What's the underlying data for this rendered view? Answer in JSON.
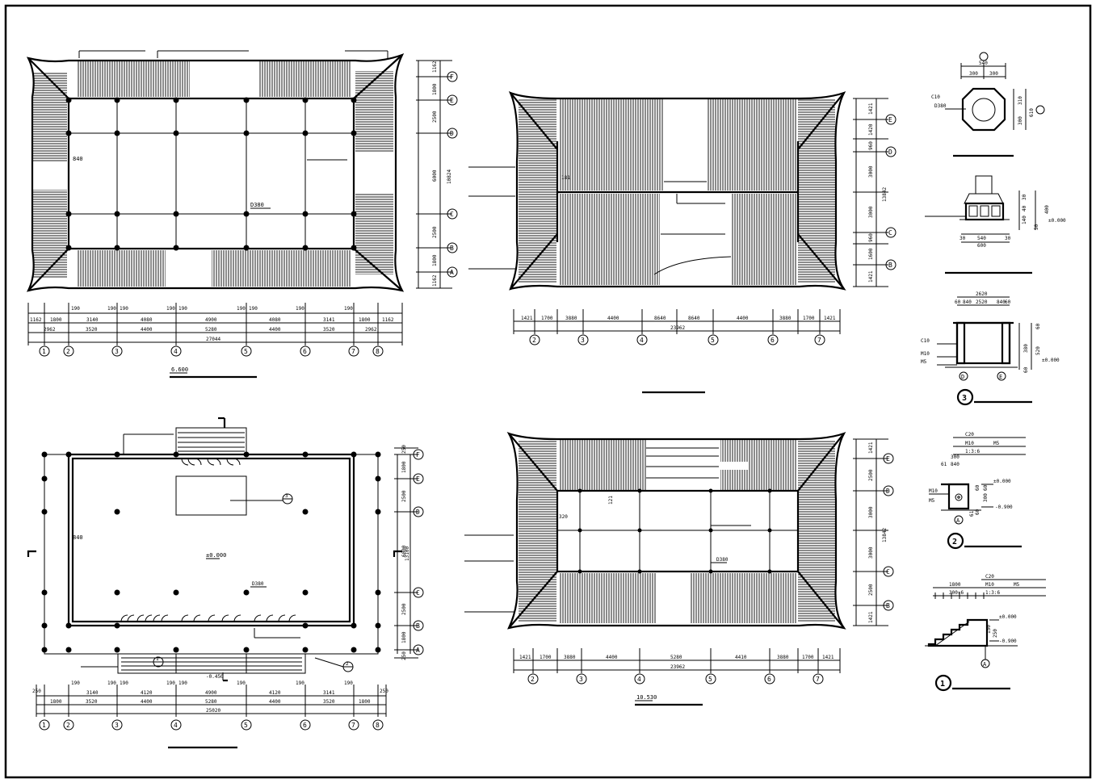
{
  "drawing": {
    "roof_plan_a": {
      "labels": {
        "dim_840": "840",
        "dim_d380": "D380",
        "level": "6.600"
      },
      "grid_letters": [
        "F",
        "E",
        "D",
        "C",
        "B",
        "A"
      ],
      "grid_numbers": [
        "1",
        "2",
        "3",
        "4",
        "5",
        "6",
        "7",
        "8"
      ],
      "side_dims": [
        "1162",
        "1800",
        "2500",
        "6000",
        "2500",
        "1800",
        "1162",
        "10824"
      ],
      "bottom_dims_row1": [
        "1162",
        "1800",
        "3140",
        "4080",
        "4900",
        "4080",
        "3141",
        "1800",
        "1162"
      ],
      "bottom_dims_row0": [
        "190",
        "190",
        "190",
        "190",
        "190",
        "190",
        "190",
        "190",
        "190"
      ],
      "bottom_dims_row2": [
        "2962",
        "3520",
        "4400",
        "5280",
        "4400",
        "3520",
        "2962"
      ],
      "overall": "27044"
    },
    "elevation_a": {
      "labels": {
        "dim_181": "181"
      },
      "grid_letters": [
        "E",
        "D",
        "C",
        "B"
      ],
      "side_dims": [
        "1421",
        "1420",
        "960",
        "3000",
        "3000",
        "960",
        "1600",
        "1421",
        "13842"
      ],
      "grid_numbers": [
        "2",
        "3",
        "4",
        "5",
        "6",
        "7"
      ],
      "bottom_dims": [
        "1421",
        "1700",
        "3880",
        "4400",
        "8640",
        "8640",
        "4400",
        "3880",
        "1700",
        "1421"
      ],
      "overall": "23962"
    },
    "floor_plan": {
      "labels": {
        "dim_840": "840",
        "level": "±0.000",
        "dim_d380": "D380",
        "level_out": "-0.450",
        "callout_3": "3",
        "callout_2": "2",
        "callout_1": "1"
      },
      "grid_letters": [
        "F",
        "E",
        "D",
        "C",
        "B",
        "A"
      ],
      "grid_numbers": [
        "1",
        "2",
        "3",
        "4",
        "5",
        "6",
        "7",
        "8"
      ],
      "side_dims": [
        "250",
        "1800",
        "2500",
        "6000",
        "2500",
        "1800",
        "250",
        "13100"
      ],
      "bottom_dims_row0": [
        "250",
        "190",
        "190",
        "190",
        "190",
        "190",
        "190",
        "190",
        "190",
        "250"
      ],
      "bottom_dims_row1": [
        "3140",
        "4120",
        "4900",
        "4120",
        "3141"
      ],
      "bottom_dims_row2": [
        "1800",
        "3520",
        "4400",
        "5280",
        "4400",
        "3520",
        "1800"
      ],
      "overall": "25020"
    },
    "elevation_b": {
      "labels": {
        "dim_320": "320",
        "dim_121": "121",
        "dim_d380": "D380",
        "level": "10.530"
      },
      "grid_letters": [
        "E",
        "D",
        "C",
        "B"
      ],
      "side_dims": [
        "1421",
        "2500",
        "3000",
        "3000",
        "2500",
        "1421",
        "13842"
      ],
      "grid_numbers": [
        "2",
        "3",
        "4",
        "5",
        "6",
        "7"
      ],
      "bottom_dims": [
        "1421",
        "1700",
        "3880",
        "4400",
        "5280",
        "4410",
        "3880",
        "1700",
        "1421"
      ],
      "overall": "23962"
    },
    "column_detail": {
      "top_dims": [
        "540",
        "300",
        "300"
      ],
      "labels": {
        "c10": "C10",
        "d380": "D380",
        "side_a": "310",
        "side_b": "300",
        "side_c": "610"
      },
      "base_dims": [
        "30",
        "540",
        "30",
        "600"
      ],
      "base_side": [
        "30",
        "40",
        "140",
        "50",
        "400",
        "±0.000"
      ]
    },
    "detail_3": {
      "id": "3",
      "top_dims": [
        "2620",
        "2520",
        "840",
        "840",
        "60",
        "60"
      ],
      "labels": {
        "c10": "C10",
        "m10": "M10",
        "m5": "M5",
        "h1": "60",
        "h2": "380",
        "h3": "520",
        "level": "±0.000",
        "h4": "60"
      },
      "grid": [
        "D",
        "E"
      ]
    },
    "detail_2": {
      "id": "2",
      "labels": {
        "c20": "C20",
        "m10": "M10",
        "m5": "M5",
        "n": "1:3:6",
        "d1": "300",
        "d2": "61",
        "d3": "840",
        "m10b": "M10",
        "m5b": "M5",
        "level": "±0.000",
        "level2": "-0.900",
        "grid": "A",
        "h1": "60",
        "h2": "60",
        "h3": "300",
        "h4": "61",
        "h5": "60"
      }
    },
    "detail_1": {
      "id": "1",
      "labels": {
        "w1": "1800",
        "w2": "300×6",
        "c20": "C20",
        "m10": "M10",
        "m5": "M5",
        "n": "1:3:6",
        "level": "±0.000",
        "level2": "-0.900",
        "grid": "A",
        "h": "250",
        "h2": "150"
      }
    }
  }
}
